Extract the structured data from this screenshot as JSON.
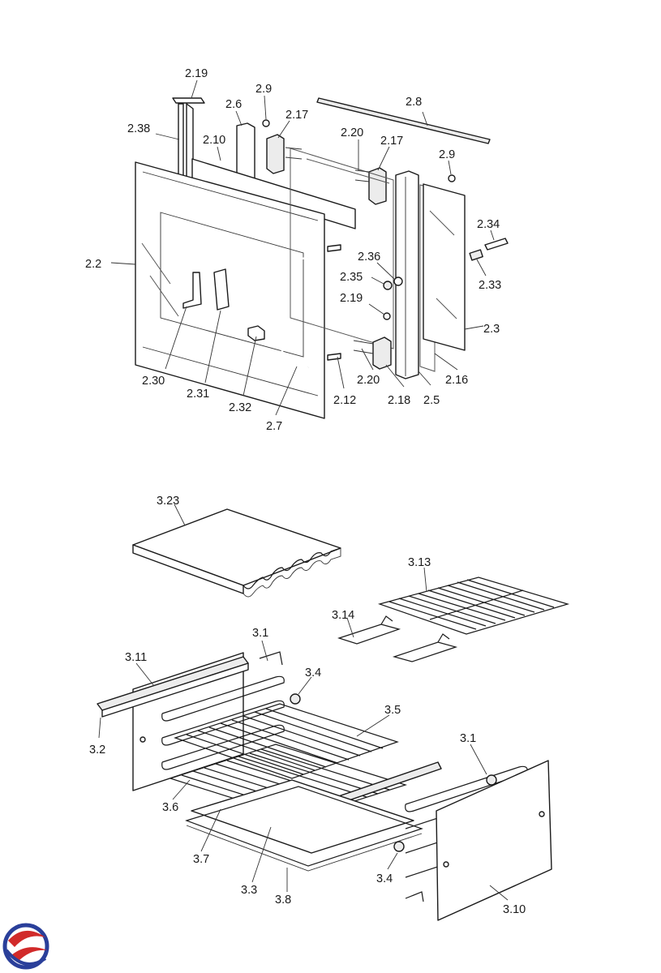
{
  "door_labels": [
    "2.19",
    "2.9",
    "2.6",
    "2.17",
    "2.8",
    "2.38",
    "2.10",
    "2.20",
    "2.17",
    "2.9",
    "2.34",
    "2.2",
    "2.36",
    "2.35",
    "2.33",
    "2.19",
    "2.3",
    "2.30",
    "2.31",
    "2.32",
    "2.7",
    "2.12",
    "2.20",
    "2.18",
    "2.5",
    "2.16"
  ],
  "oven_labels": [
    "3.23",
    "3.13",
    "3.14",
    "3.1",
    "3.11",
    "3.4",
    "3.5",
    "3.2",
    "3.1",
    "3.6",
    "3.7",
    "3.3",
    "3.8",
    "3.4",
    "3.10"
  ],
  "logo": {
    "colors": {
      "red": "#d12a2a",
      "blue": "#2a3f9a"
    }
  }
}
